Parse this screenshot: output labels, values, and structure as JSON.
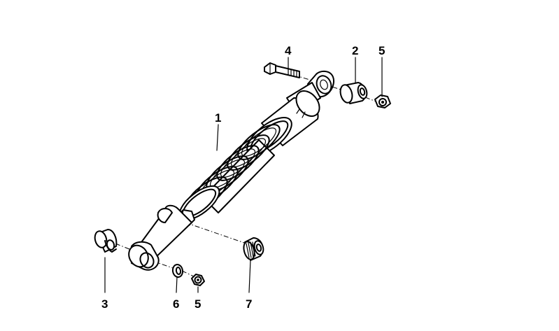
{
  "callouts": [
    {
      "id": "1",
      "label": "1",
      "part": "shock-absorber"
    },
    {
      "id": "2",
      "label": "2",
      "part": "bushing-upper"
    },
    {
      "id": "3",
      "label": "3",
      "part": "bushing-lower"
    },
    {
      "id": "4",
      "label": "4",
      "part": "bolt"
    },
    {
      "id": "5a",
      "label": "5",
      "part": "nut-upper"
    },
    {
      "id": "5b",
      "label": "5",
      "part": "nut-lower"
    },
    {
      "id": "6",
      "label": "6",
      "part": "washer"
    },
    {
      "id": "7",
      "label": "7",
      "part": "knurled-nut"
    }
  ],
  "colors": {
    "ink": "#000000",
    "paper": "#ffffff"
  }
}
